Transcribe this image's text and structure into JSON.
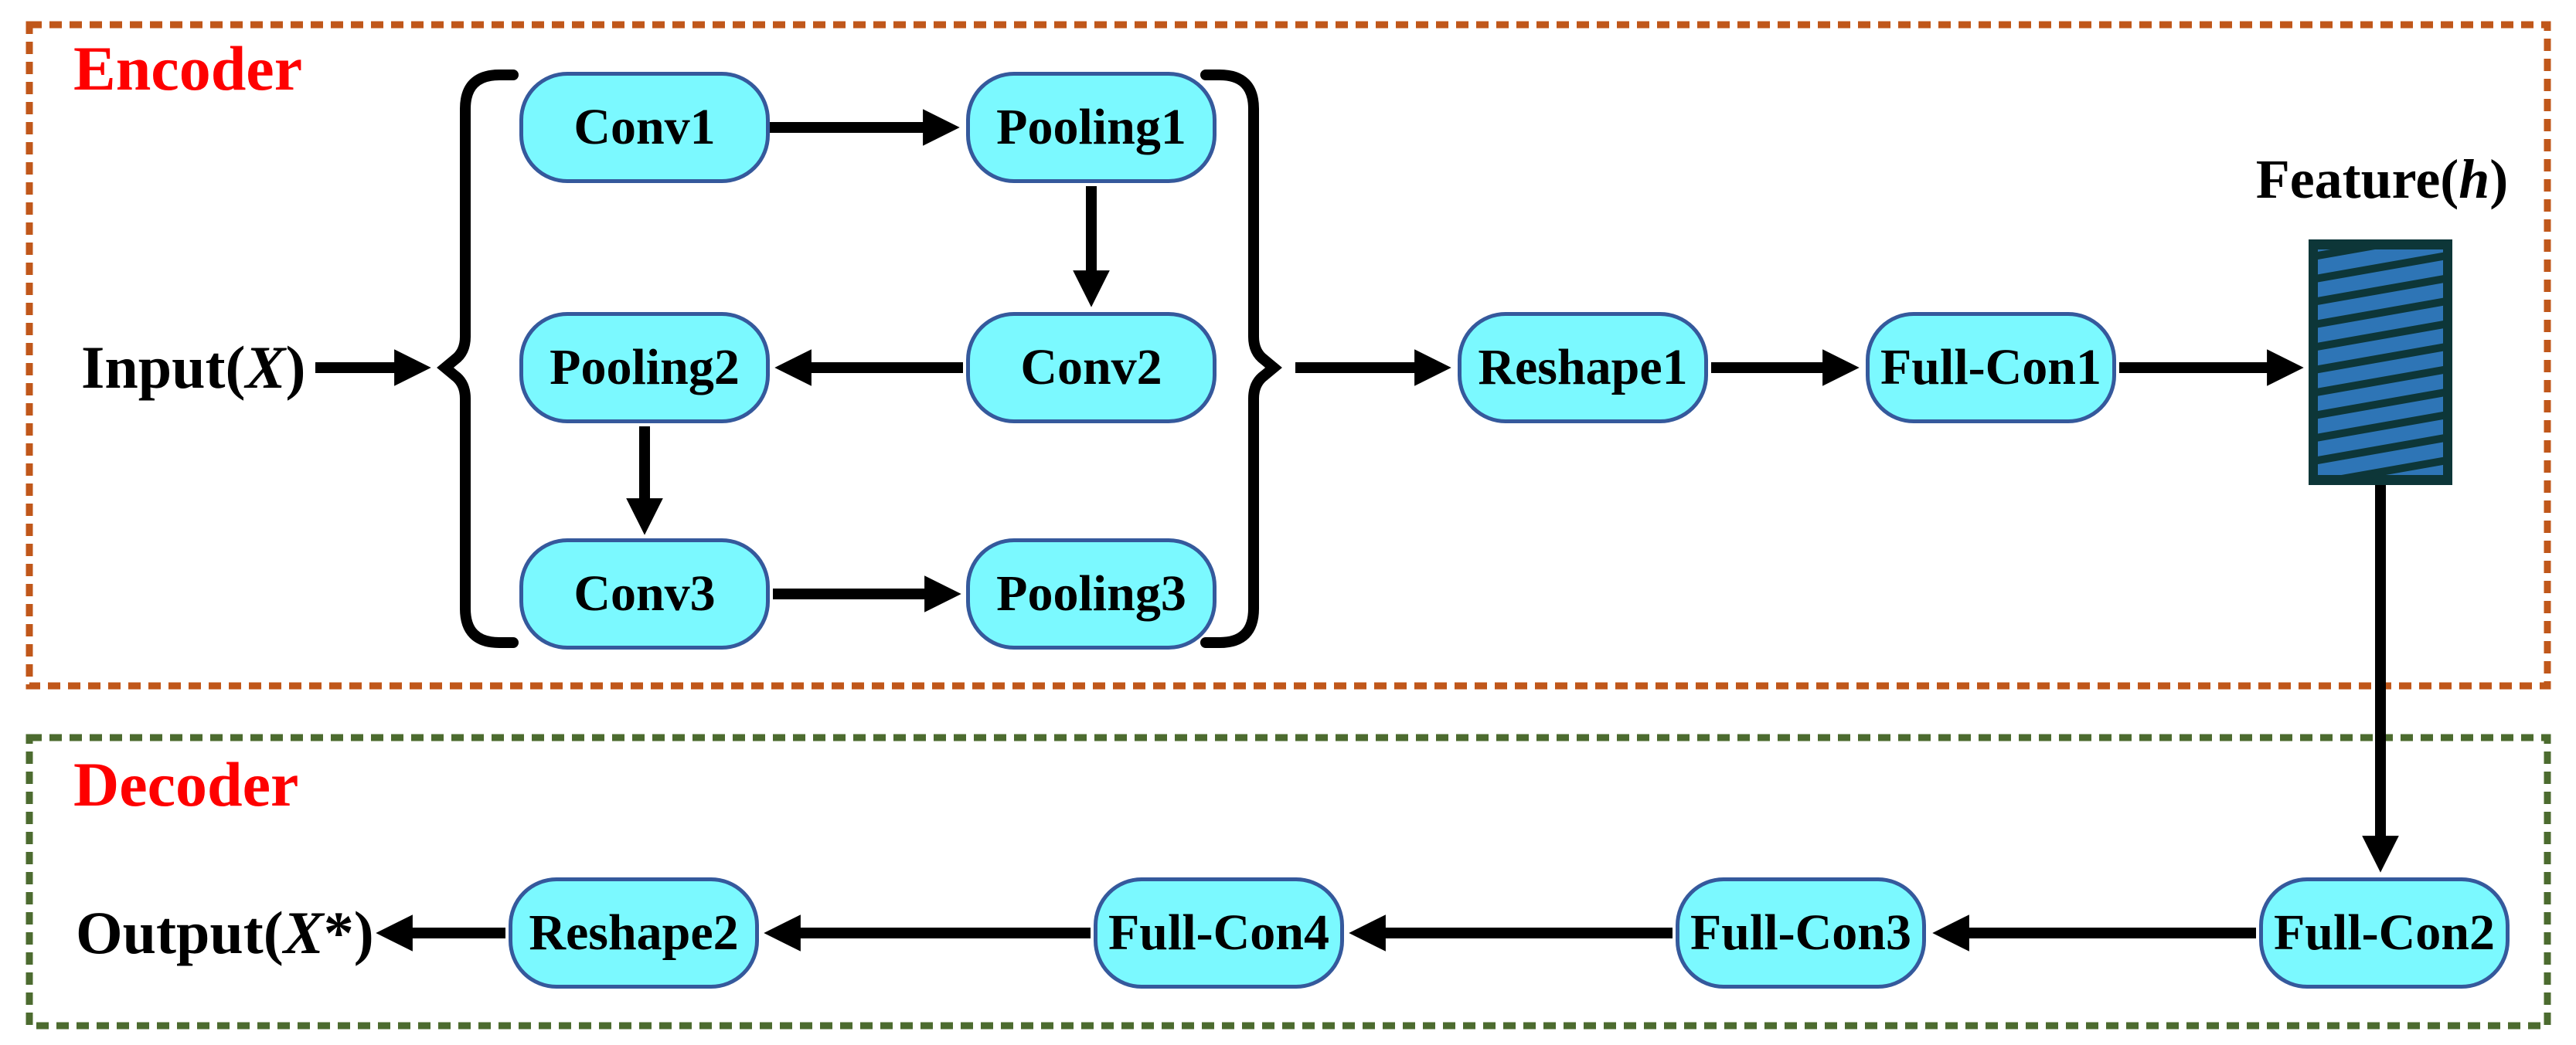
{
  "labels": {
    "encoder": "Encoder",
    "decoder": "Decoder",
    "input_prefix": "Input(",
    "input_var": "X",
    "input_suffix": ")",
    "output_prefix": "Output(",
    "output_var": "X",
    "output_suffix": "*)",
    "feature_prefix": "Feature(",
    "feature_var": "h",
    "feature_suffix": ")"
  },
  "nodes": {
    "conv1": "Conv1",
    "pooling1": "Pooling1",
    "pooling2": "Pooling2",
    "conv2": "Conv2",
    "conv3": "Conv3",
    "pooling3": "Pooling3",
    "reshape1": "Reshape1",
    "fullcon1": "Full-Con1",
    "fullcon2": "Full-Con2",
    "fullcon3": "Full-Con3",
    "fullcon4": "Full-Con4",
    "reshape2": "Reshape2"
  },
  "edges": [
    {
      "from": "Input(X)",
      "to": "conv-pooling-group"
    },
    {
      "from": "Conv1",
      "to": "Pooling1"
    },
    {
      "from": "Pooling1",
      "to": "Conv2"
    },
    {
      "from": "Conv2",
      "to": "Pooling2"
    },
    {
      "from": "Pooling2",
      "to": "Conv3"
    },
    {
      "from": "Conv3",
      "to": "Pooling3"
    },
    {
      "from": "conv-pooling-group",
      "to": "Reshape1"
    },
    {
      "from": "Reshape1",
      "to": "Full-Con1"
    },
    {
      "from": "Full-Con1",
      "to": "Feature(h)"
    },
    {
      "from": "Feature(h)",
      "to": "Full-Con2"
    },
    {
      "from": "Full-Con2",
      "to": "Full-Con3"
    },
    {
      "from": "Full-Con3",
      "to": "Full-Con4"
    },
    {
      "from": "Full-Con4",
      "to": "Reshape2"
    },
    {
      "from": "Reshape2",
      "to": "Output(X*)"
    }
  ],
  "colors": {
    "node_fill": "#7bf9ff",
    "node_border": "#35599c",
    "encoder_border": "#c0571a",
    "decoder_border": "#4c6b2f",
    "section_label": "#fe0000",
    "ink": "#000000",
    "stripe_blue": "#2e75b6",
    "stripe_bg": "#0d3638"
  }
}
